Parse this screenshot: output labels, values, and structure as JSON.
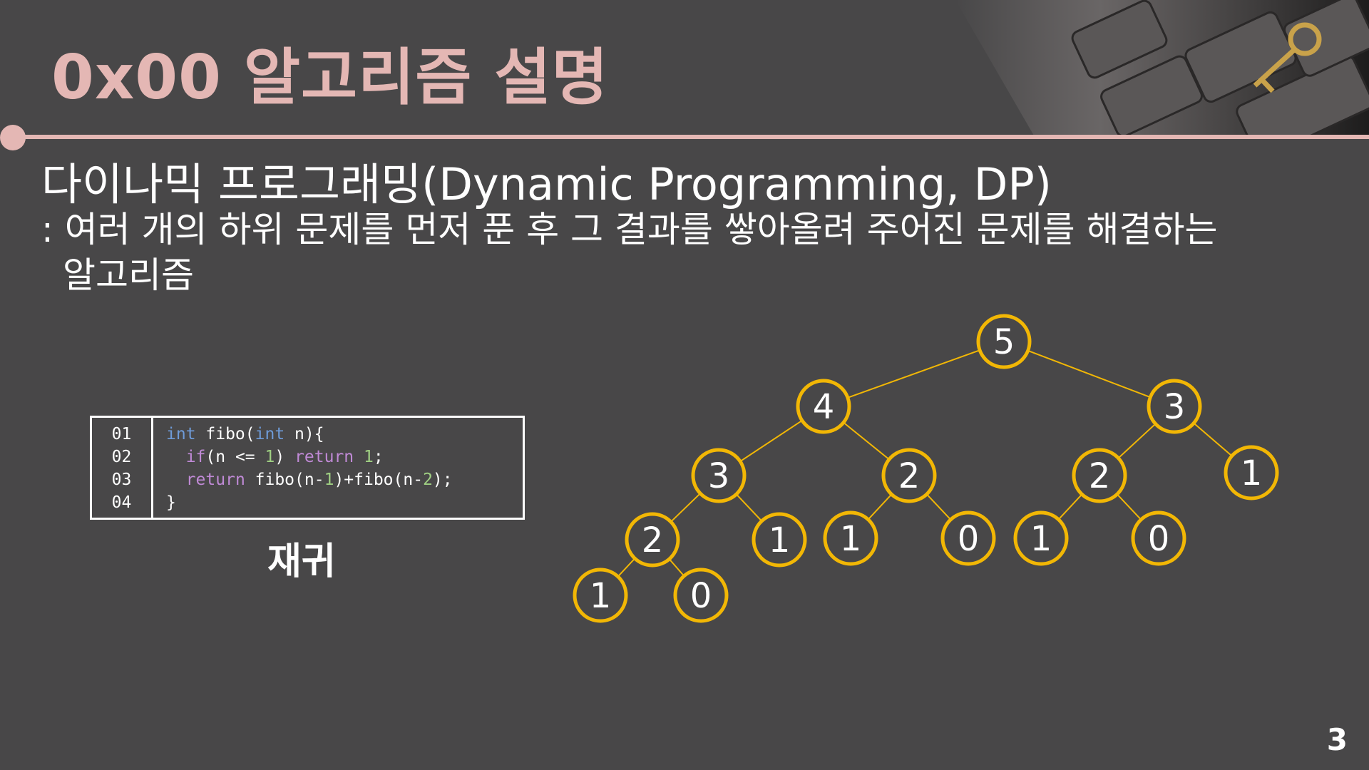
{
  "slide": {
    "title": "0x00  알고리즘 설명",
    "heading": "다이나믹 프로그래밍(Dynamic Programming, DP)",
    "description_line1": ": 여러 개의 하위 문제를 먼저 푼 후 그 결과를 쌓아올려 주어진 문제를 해결하는",
    "description_line2": "알고리즘",
    "caption": "재귀",
    "page_number": "3",
    "accent_color": "#e4b7b4",
    "node_color": "#f2b705",
    "background_color": "#484748"
  },
  "code": {
    "line_numbers": [
      "01",
      "02",
      "03",
      "04"
    ],
    "lines": [
      [
        {
          "t": "int",
          "c": "kw-blue"
        },
        {
          "t": " fibo("
        },
        {
          "t": "int",
          "c": "kw-blue"
        },
        {
          "t": " n){"
        }
      ],
      [
        {
          "t": "  "
        },
        {
          "t": "if",
          "c": "kw-purple"
        },
        {
          "t": "(n <= "
        },
        {
          "t": "1",
          "c": "num-green"
        },
        {
          "t": ") "
        },
        {
          "t": "return",
          "c": "kw-purple"
        },
        {
          "t": " "
        },
        {
          "t": "1",
          "c": "num-green"
        },
        {
          "t": ";"
        }
      ],
      [
        {
          "t": "  "
        },
        {
          "t": "return",
          "c": "kw-purple"
        },
        {
          "t": " fibo(n-"
        },
        {
          "t": "1",
          "c": "num-green"
        },
        {
          "t": ")+fibo(n-"
        },
        {
          "t": "2",
          "c": "num-green"
        },
        {
          "t": ");"
        }
      ],
      [
        {
          "t": "}"
        }
      ]
    ]
  },
  "tree": {
    "nodes": [
      {
        "id": "n5",
        "label": "5"
      },
      {
        "id": "n4",
        "label": "4"
      },
      {
        "id": "n3r",
        "label": "3"
      },
      {
        "id": "n3a",
        "label": "3"
      },
      {
        "id": "n2a",
        "label": "2"
      },
      {
        "id": "n2b",
        "label": "2"
      },
      {
        "id": "n1r",
        "label": "1"
      },
      {
        "id": "n2c",
        "label": "2"
      },
      {
        "id": "n1a",
        "label": "1"
      },
      {
        "id": "n1b",
        "label": "1"
      },
      {
        "id": "n0b",
        "label": "0"
      },
      {
        "id": "n1c",
        "label": "1"
      },
      {
        "id": "n0c",
        "label": "0"
      },
      {
        "id": "n1d",
        "label": "1"
      },
      {
        "id": "n0d",
        "label": "0"
      }
    ],
    "edges": [
      [
        "n5",
        "n4"
      ],
      [
        "n5",
        "n3r"
      ],
      [
        "n4",
        "n3a"
      ],
      [
        "n4",
        "n2a"
      ],
      [
        "n3r",
        "n2b"
      ],
      [
        "n3r",
        "n1r"
      ],
      [
        "n3a",
        "n2c"
      ],
      [
        "n3a",
        "n1a"
      ],
      [
        "n2a",
        "n1b"
      ],
      [
        "n2a",
        "n0b"
      ],
      [
        "n2b",
        "n1c"
      ],
      [
        "n2b",
        "n0c"
      ],
      [
        "n2c",
        "n1d"
      ],
      [
        "n2c",
        "n0d"
      ]
    ]
  }
}
